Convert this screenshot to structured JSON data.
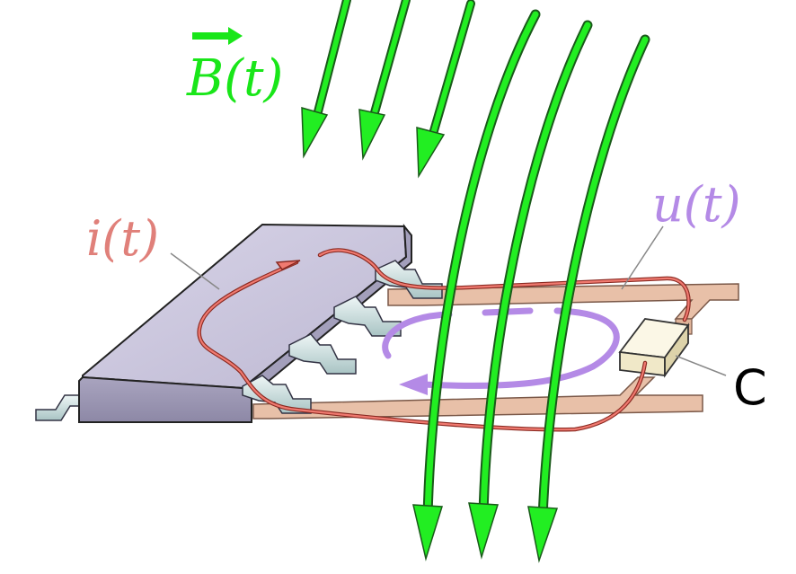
{
  "labels": {
    "magnetic_field": "B(t)",
    "current": "i(t)",
    "voltage": "u(t)",
    "capacitor": "C"
  },
  "colors": {
    "field_arrows": "#19e619",
    "current_path": "#e8524a",
    "current_label": "#e0807a",
    "voltage_loop": "#b48ae6",
    "chip_body": "#c8c4dc",
    "pcb_trace": "#e8c0a8",
    "capacitor": "#f4eed0"
  },
  "icons": {
    "field_arrow": "downward-arrow-icon",
    "vector_mark": "vector-arrow-icon",
    "current_arrow": "current-flow-arrow-icon",
    "voltage_arrow": "voltage-loop-arrow-icon"
  }
}
